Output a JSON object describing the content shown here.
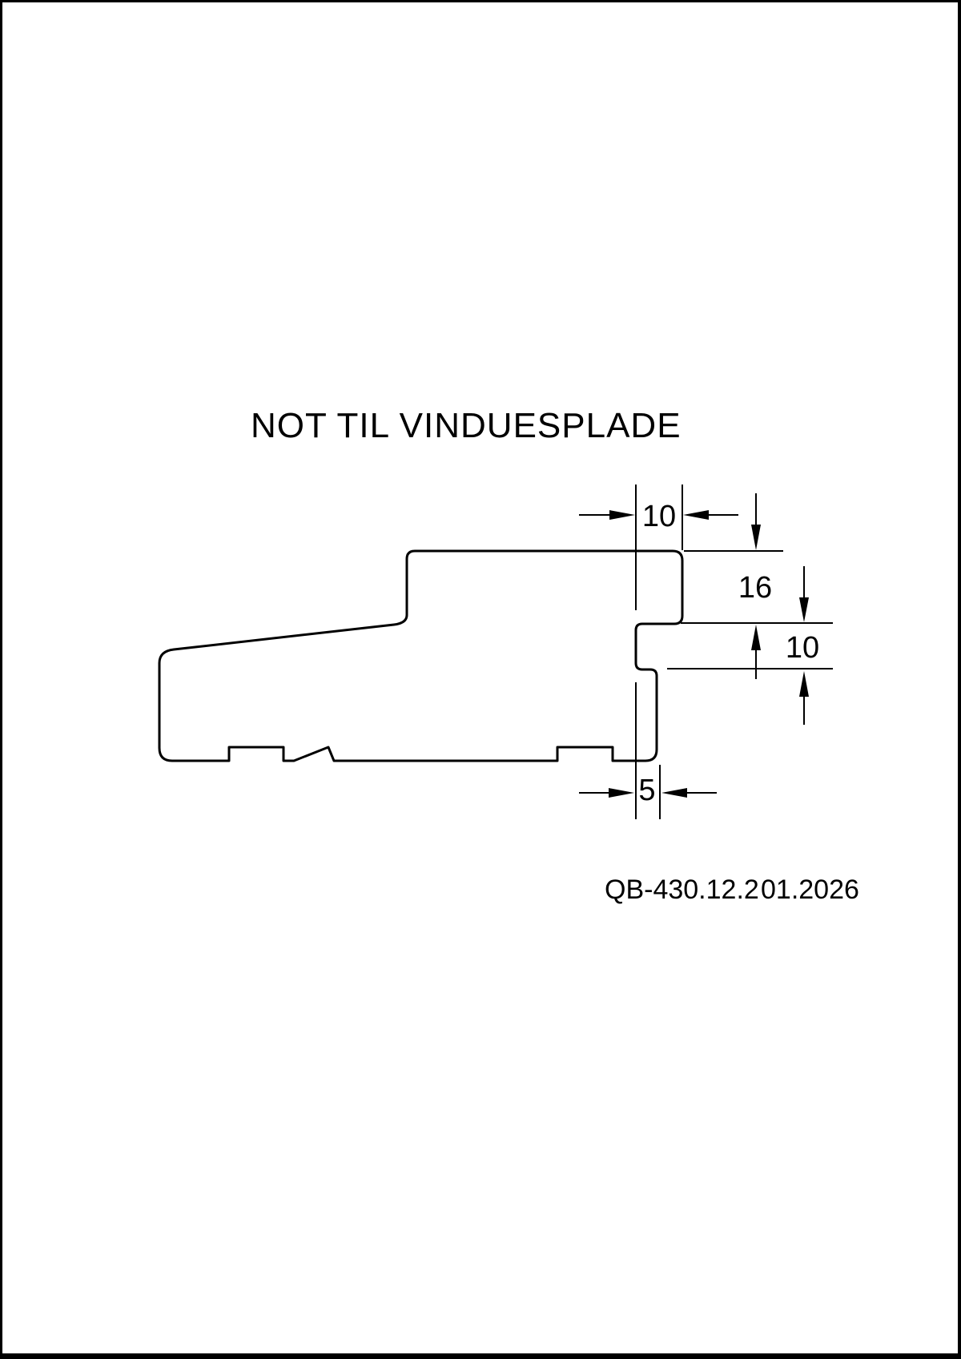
{
  "drawing": {
    "title": "NOT TIL VINDUESPLADE",
    "doc_number": "QB-430.12.2",
    "revision_date": "01.2026",
    "dimensions": {
      "groove_depth_top": "10",
      "top_lip_height": "16",
      "groove_opening_height": "10",
      "bottom_wall_thickness": "5"
    },
    "colors": {
      "line": "#000000",
      "paper": "#ffffff"
    }
  }
}
